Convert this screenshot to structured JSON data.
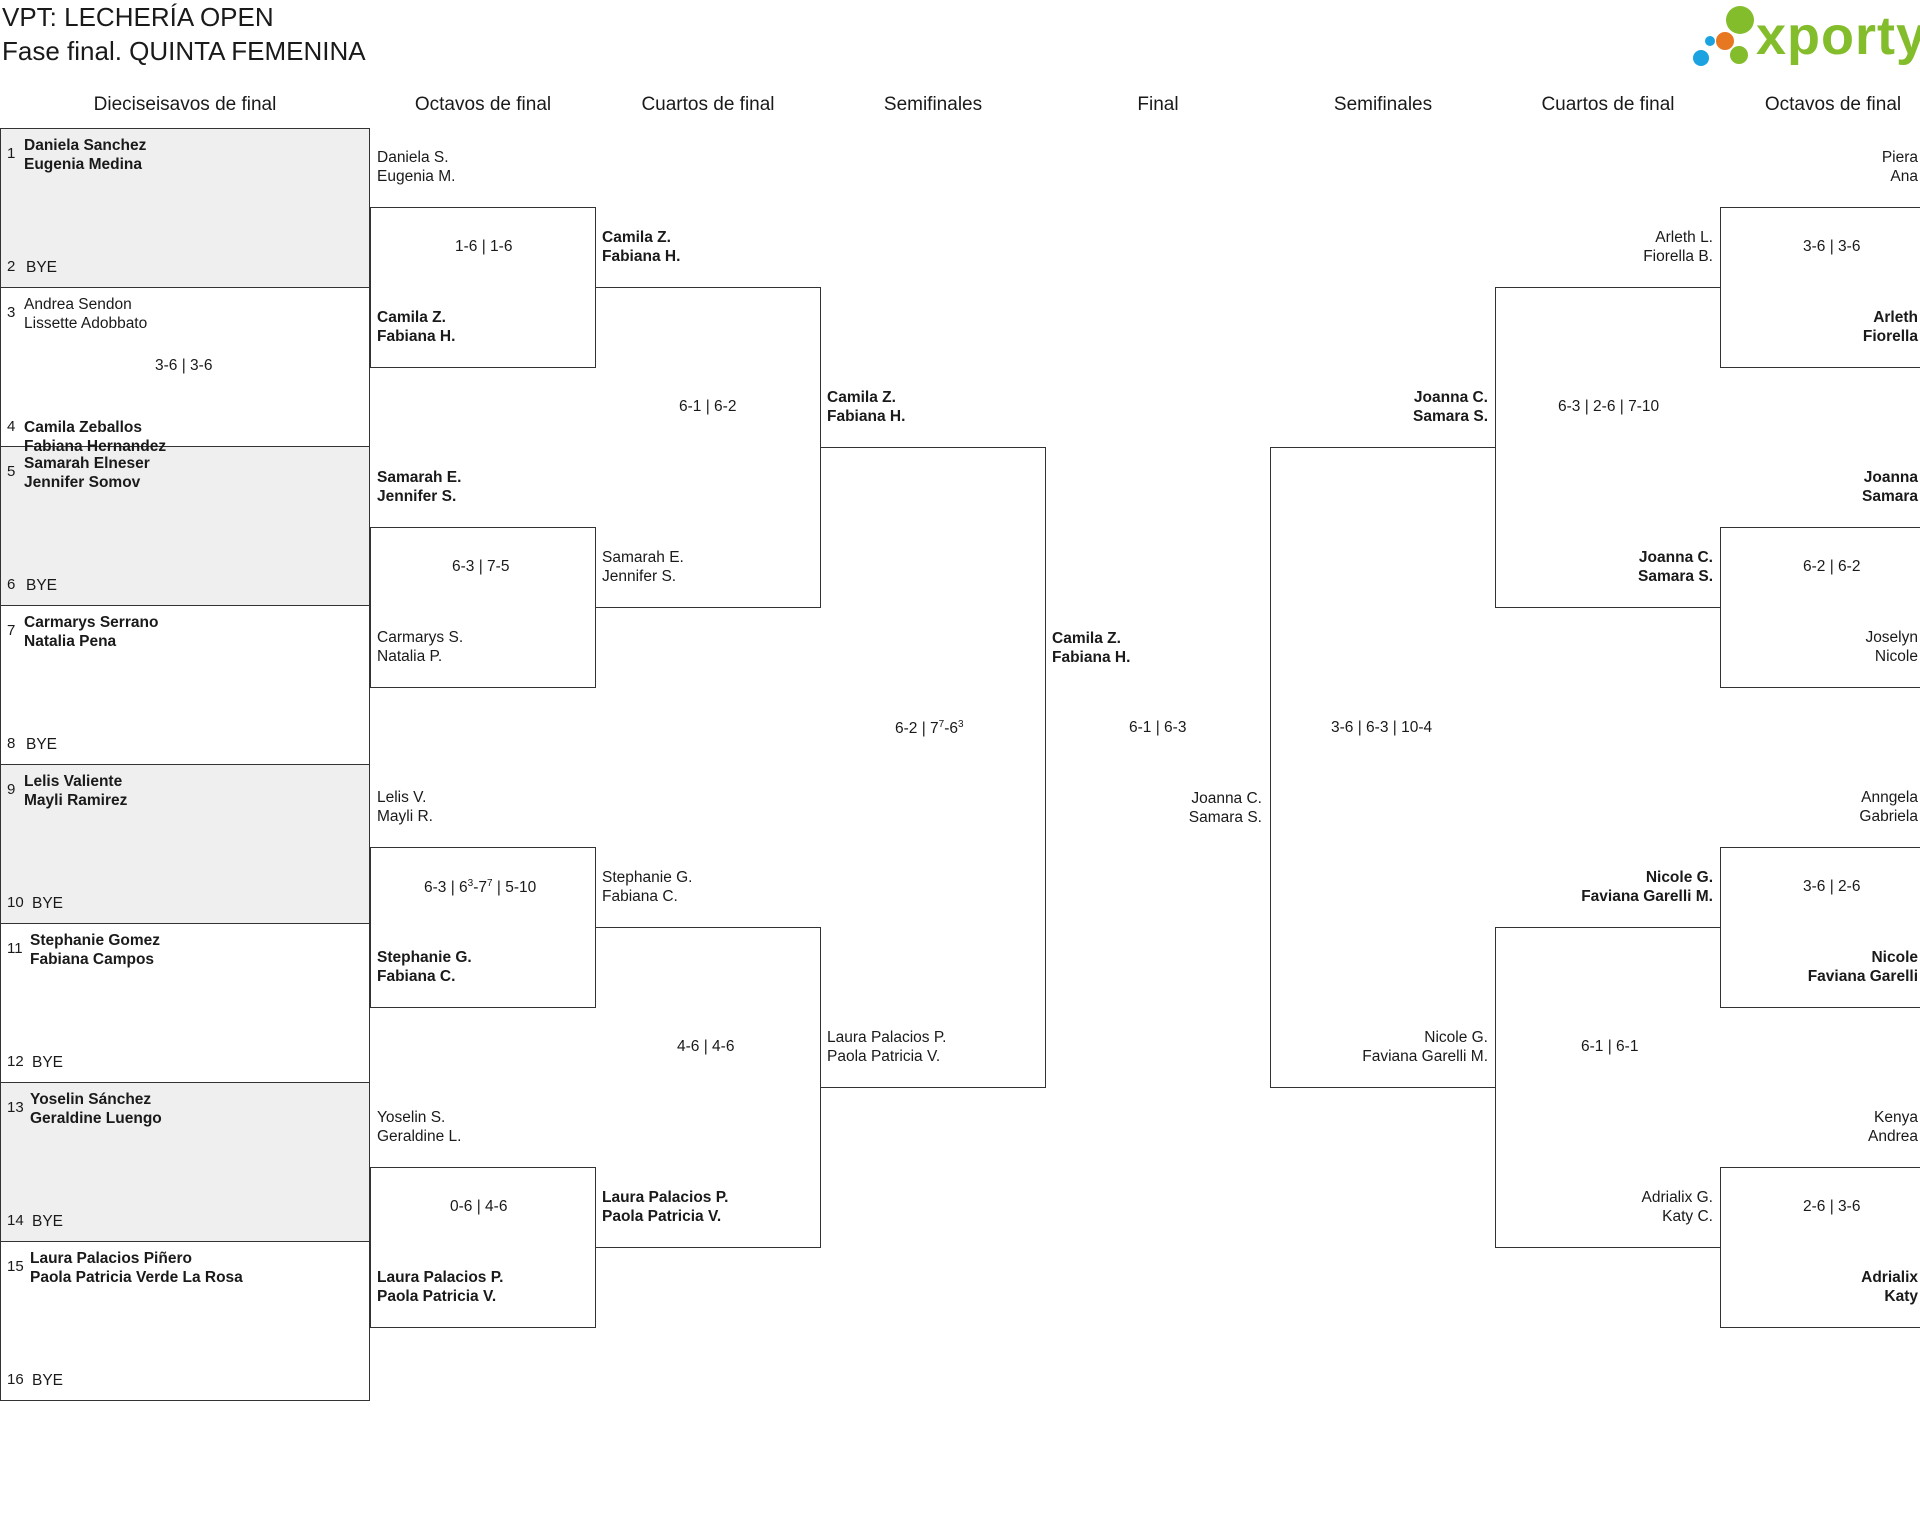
{
  "title": {
    "line1": "VPT: LECHERÍA OPEN",
    "line2": "Fase final. QUINTA FEMENINA"
  },
  "logo": {
    "text": "xporty",
    "dot_colors": [
      "#84bd2c",
      "#e87722",
      "#1aa3e0"
    ]
  },
  "headers": [
    "Dieciseisavos de final",
    "Octavos de final",
    "Cuartos de final",
    "Semifinales",
    "Final",
    "Semifinales",
    "Cuartos de final",
    "Octavos de final"
  ],
  "r32": {
    "seeds": [
      "1",
      "2",
      "3",
      "4",
      "5",
      "6",
      "7",
      "8",
      "9",
      "10",
      "11",
      "12",
      "13",
      "14",
      "15",
      "16"
    ],
    "p1": [
      "Daniela Sanchez",
      "BYE",
      "Andrea Sendon",
      "Camila Zeballos",
      "Samarah Elneser",
      "BYE",
      "Carmarys Serrano",
      "BYE",
      "Lelis Valiente",
      "BYE",
      "Stephanie Gomez",
      "BYE",
      "Yoselin Sánchez",
      "BYE",
      "Laura Palacios Piñero",
      "BYE"
    ],
    "p2": [
      "Eugenia Medina",
      "",
      "Lissette Adobbato",
      "Fabiana Hernandez",
      "Jennifer Somov",
      "",
      "Natalia Pena",
      "",
      "Mayli Ramirez",
      "",
      "Fabiana Campos",
      "",
      "Geraldine Luengo",
      "",
      "Paola Patricia Verde La Rosa",
      ""
    ],
    "score_3_4": "3-6 | 3-6"
  },
  "left_r16": {
    "p1": [
      "Daniela S.",
      "Camila Z.",
      "Samarah E.",
      "Carmarys S.",
      "Lelis V.",
      "Stephanie G.",
      "Yoselin S.",
      "Laura Palacios P."
    ],
    "p2": [
      "Eugenia M.",
      "Fabiana H.",
      "Jennifer S.",
      "Natalia P.",
      "Mayli R.",
      "Fabiana C.",
      "Geraldine L.",
      "Paola Patricia V."
    ],
    "scores": [
      "1-6 | 1-6",
      "6-3 | 7-5",
      "6-3 | 6³-7⁷ | 5-10",
      "0-6 | 4-6"
    ]
  },
  "left_qf": {
    "p1": [
      "Camila Z.",
      "Samarah E.",
      "Stephanie G.",
      "Laura Palacios P."
    ],
    "p2": [
      "Fabiana H.",
      "Jennifer S.",
      "Fabiana C.",
      "Paola Patricia V."
    ],
    "scores": [
      "6-1 | 6-2",
      "4-6 | 4-6"
    ]
  },
  "left_sf": {
    "p1": [
      "Camila Z.",
      "Laura Palacios P."
    ],
    "p2": [
      "Fabiana H.",
      "Paola Patricia V."
    ],
    "score": "6-2 | 7⁷-6³"
  },
  "final": {
    "p1": [
      "Camila Z.",
      "Joanna C."
    ],
    "p2": [
      "Fabiana H.",
      "Samara S."
    ],
    "score": "6-1 | 6-3"
  },
  "right_sf": {
    "p1": [
      "Joanna C.",
      "Nicole G."
    ],
    "p2": [
      "Samara S.",
      "Faviana Garelli M."
    ],
    "score": "3-6 | 6-3 | 10-4"
  },
  "right_qf": {
    "p1": [
      "Arleth L.",
      "Joanna C.",
      "Nicole G.",
      "Adrialix G."
    ],
    "p2": [
      "Fiorella B.",
      "Samara S.",
      "Faviana Garelli M.",
      "Katy C."
    ],
    "scores": [
      "6-3 | 2-6 | 7-10",
      "6-1 | 6-1"
    ]
  },
  "right_r16": {
    "p1": [
      "Piera",
      "Arleth",
      "Joanna",
      "Joselyn",
      "Anngela",
      "Nicole",
      "Kenya",
      "Adrialix"
    ],
    "p2": [
      "Ana",
      "Fiorella",
      "Samara",
      "Nicole",
      "Gabriela",
      "Faviana Garelli",
      "Andrea",
      "Katy"
    ],
    "scores": [
      "3-6 | 3-6",
      "6-2 | 6-2",
      "3-6 | 2-6",
      "2-6 | 3-6"
    ]
  }
}
